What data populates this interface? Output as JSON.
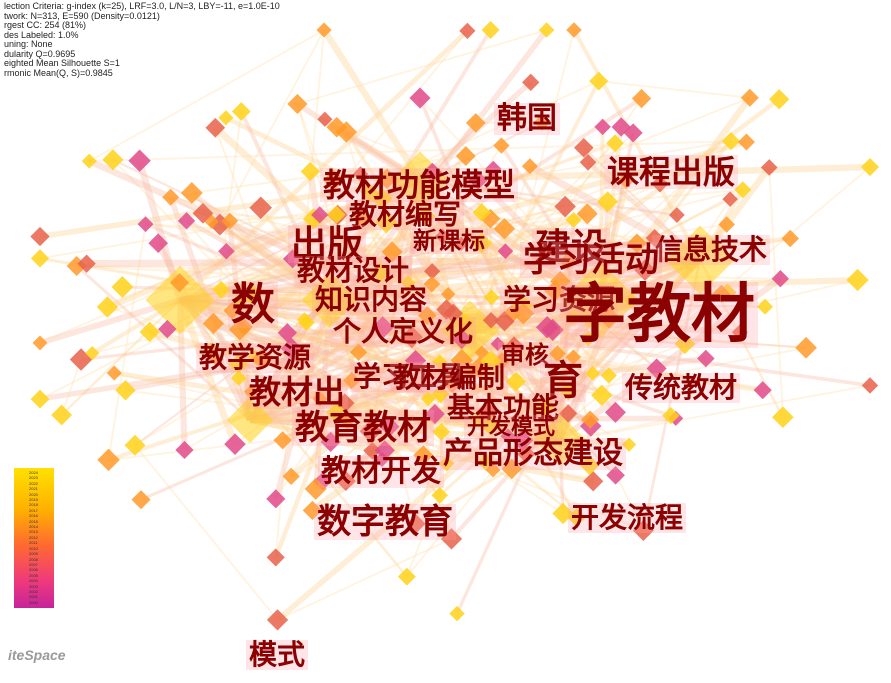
{
  "stats_lines": [
    "lection Criteria: g-index (k=25), LRF=3.0, L/N=3, LBY=-11, e=1.0E-10",
    "twork: N=313, E=590 (Density=0.0121)",
    "rgest CC: 254 (81%)",
    "des Labeled: 1.0%",
    "uning: None",
    "dularity Q=0.9695",
    "eighted Mean Silhouette S=1",
    "rmonic Mean(Q, S)=0.9845"
  ],
  "keywords": [
    {
      "text": "韩国",
      "size": 30
    },
    {
      "text": "课程出版",
      "size": 32
    },
    {
      "text": "教材功能模型",
      "size": 32
    },
    {
      "text": "教材编写",
      "size": 28
    },
    {
      "text": "信息技术",
      "size": 28
    },
    {
      "text": "出版",
      "size": 36
    },
    {
      "text": "新课标",
      "size": 24
    },
    {
      "text": "建设",
      "size": 36
    },
    {
      "text": "学习活动",
      "size": 34
    },
    {
      "text": "教材设计",
      "size": 28
    },
    {
      "text": "数",
      "size": 44
    },
    {
      "text": "知识内容",
      "size": 28
    },
    {
      "text": "学习资源",
      "size": 28
    },
    {
      "text": "字教材",
      "size": 64
    },
    {
      "text": "个人定义化",
      "size": 28
    },
    {
      "text": "教学资源",
      "size": 28
    },
    {
      "text": "学习工具",
      "size": 28
    },
    {
      "text": "审核",
      "size": 24
    },
    {
      "text": "教材出",
      "size": 32
    },
    {
      "text": "教材编制",
      "size": 28
    },
    {
      "text": "育",
      "size": 40
    },
    {
      "text": "传统教材",
      "size": 28
    },
    {
      "text": "基本功能",
      "size": 28
    },
    {
      "text": "教育教材",
      "size": 34
    },
    {
      "text": "开发模式",
      "size": 22
    },
    {
      "text": "产品形态建设",
      "size": 30
    },
    {
      "text": "教材开发",
      "size": 30
    },
    {
      "text": "数字教育",
      "size": 34
    },
    {
      "text": "开发流程",
      "size": 28
    },
    {
      "text": "模式",
      "size": 28
    }
  ],
  "legend_years": [
    "2024",
    "2023",
    "2022",
    "2021",
    "2020",
    "2019",
    "2018",
    "2017",
    "2016",
    "2015",
    "2014",
    "2013",
    "2012",
    "2011",
    "2010",
    "2009",
    "2008",
    "2007",
    "2006",
    "2005",
    "2004",
    "2003",
    "2002",
    "2001",
    "2000"
  ],
  "logo_text": "iteSpace",
  "colors": {
    "node_yellow": "#ffd21a",
    "node_orange": "#ff9a2a",
    "node_red": "#e8624a",
    "node_pink": "#e04a8a",
    "label": "#8b0000"
  }
}
